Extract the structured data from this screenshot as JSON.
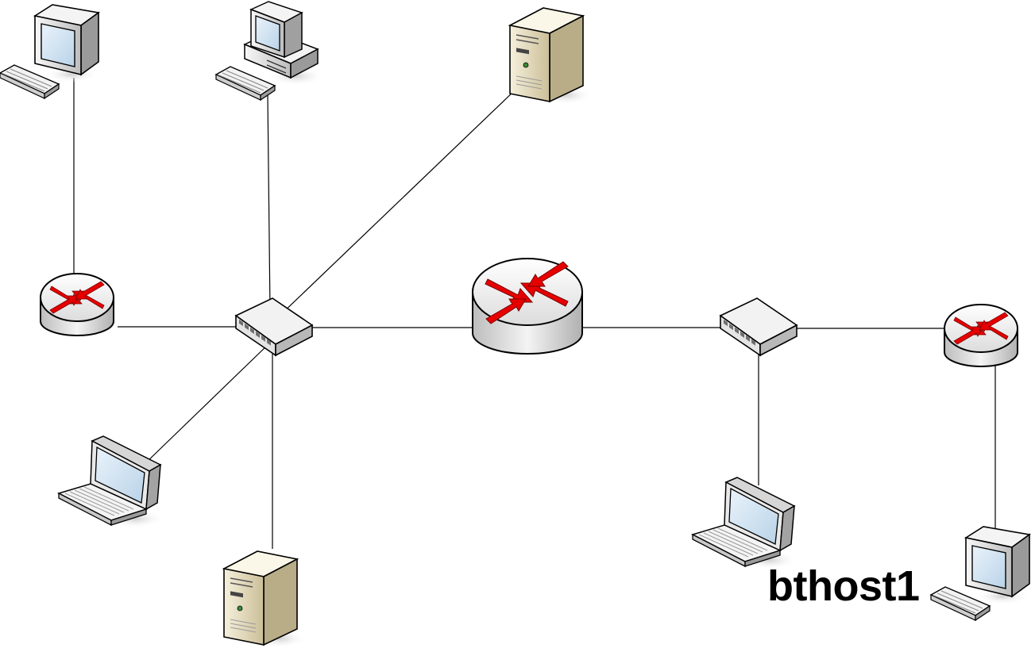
{
  "labels": {
    "bthost": "bthost1"
  },
  "nodes": [
    {
      "id": "pc-top-left",
      "kind": "desktop-monitor"
    },
    {
      "id": "pc-top-center",
      "kind": "desktop-tower"
    },
    {
      "id": "server-top",
      "kind": "server-tower"
    },
    {
      "id": "router-left",
      "kind": "router"
    },
    {
      "id": "switch-left",
      "kind": "switch"
    },
    {
      "id": "router-center",
      "kind": "router"
    },
    {
      "id": "switch-right",
      "kind": "switch"
    },
    {
      "id": "router-right",
      "kind": "router"
    },
    {
      "id": "laptop-left",
      "kind": "laptop"
    },
    {
      "id": "server-bottom",
      "kind": "server-tower"
    },
    {
      "id": "laptop-right",
      "kind": "laptop"
    },
    {
      "id": "bthost1",
      "kind": "desktop-monitor"
    }
  ],
  "links": [
    [
      "pc-top-left",
      "router-left"
    ],
    [
      "router-left",
      "switch-left"
    ],
    [
      "pc-top-center",
      "switch-left"
    ],
    [
      "server-top",
      "switch-left"
    ],
    [
      "switch-left",
      "laptop-left"
    ],
    [
      "switch-left",
      "server-bottom"
    ],
    [
      "switch-left",
      "router-center"
    ],
    [
      "router-center",
      "switch-right"
    ],
    [
      "switch-right",
      "laptop-right"
    ],
    [
      "switch-right",
      "router-right"
    ],
    [
      "router-right",
      "bthost1"
    ]
  ],
  "colors": {
    "arrow": "#e60000",
    "device_light": "#f2f2f2",
    "device_mid": "#c8c8c8",
    "device_dark": "#8a8a8a",
    "server_beige": "#e8dfc4",
    "screen": "#cfe3f2"
  },
  "icons": {
    "router": "router-icon",
    "switch": "switch-icon",
    "server": "server-icon",
    "desktop": "desktop-computer-icon",
    "laptop": "laptop-icon"
  }
}
